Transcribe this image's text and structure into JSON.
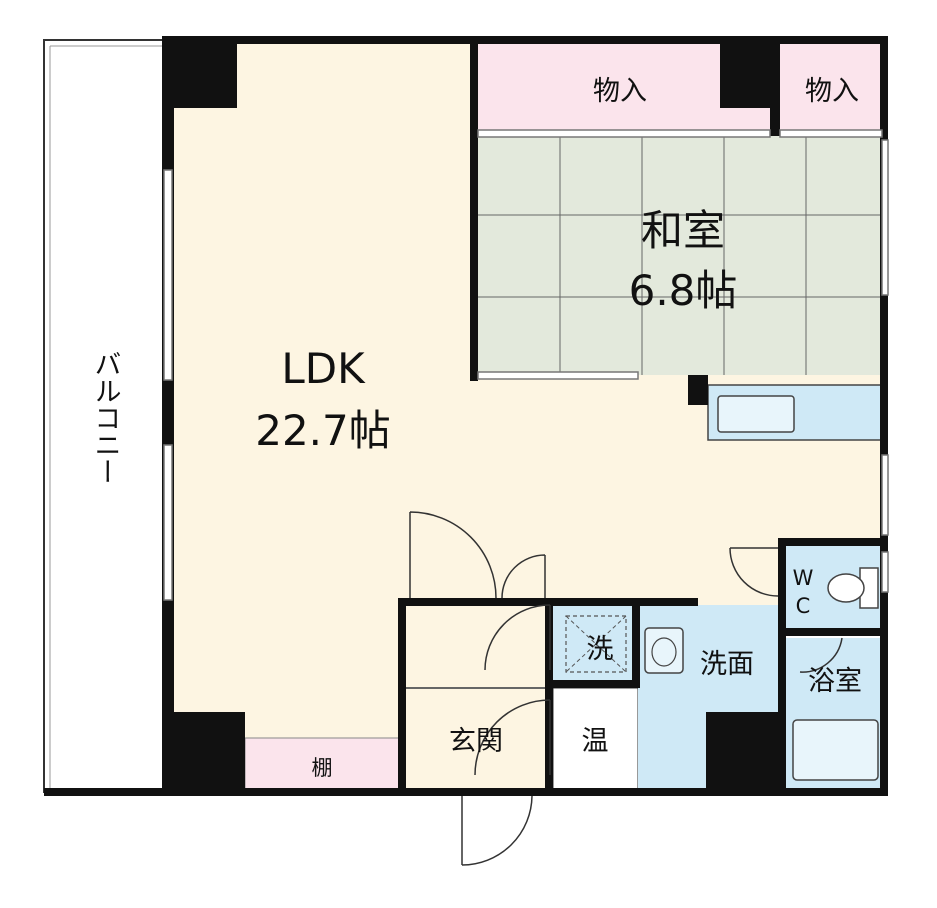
{
  "rooms": {
    "ldk": {
      "name": "LDK",
      "size": "22.7帖"
    },
    "washitsu": {
      "name": "和室",
      "size": "6.8帖"
    },
    "closet_left": "物入",
    "closet_right": "物入",
    "balcony": "バルコニー",
    "shelf": "棚",
    "genkan": "玄関",
    "water_heater": "温",
    "laundry": "洗",
    "washroom": "洗面",
    "bath": "浴室",
    "wc_line1": "W",
    "wc_line2": "C"
  },
  "colors": {
    "wall": "#111111",
    "ldk_floor": "#fdf5e2",
    "tatami": "#e3e9dc",
    "storage": "#fbe4ec",
    "wet_area": "#cfe9f6",
    "genkan_floor": "#fdf5e2"
  }
}
